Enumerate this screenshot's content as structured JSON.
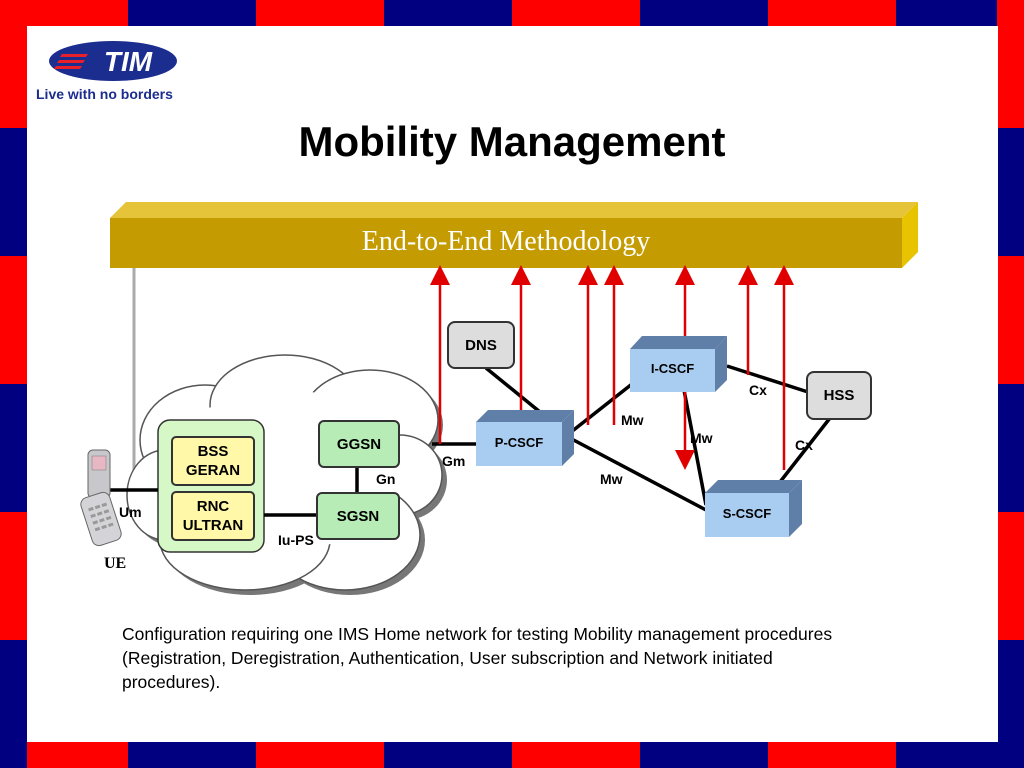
{
  "logo": {
    "brand": "TIM",
    "tagline": "Live with no borders"
  },
  "title": "Mobility Management",
  "banner": "End-to-End Methodology",
  "nodes": {
    "dns": "DNS",
    "hss": "HSS",
    "icscf": "I-CSCF",
    "pcscf": "P-CSCF",
    "scscf": "S-CSCF",
    "ggsn": "GGSN",
    "sgsn": "SGSN",
    "bss": "BSS\nGERAN",
    "rnc": "RNC\nULTRAN",
    "ue": "UE"
  },
  "interfaces": {
    "gm": "Gm",
    "gn": "Gn",
    "um": "Um",
    "iups": "Iu-PS",
    "mw1": "Mw",
    "mw2": "Mw",
    "mw3": "Mw",
    "cx1": "Cx",
    "cx2": "Cx"
  },
  "caption": "Configuration requiring one IMS Home network for testing Mobility management procedures (Registration, Deregistration, Authentication, User subscription and Network initiated procedures).",
  "colors": {
    "red": "#ff0000",
    "blue": "#000080",
    "banner": "#c9a000",
    "arrow": "#e00000",
    "box_blue": "#a9cdf0"
  }
}
